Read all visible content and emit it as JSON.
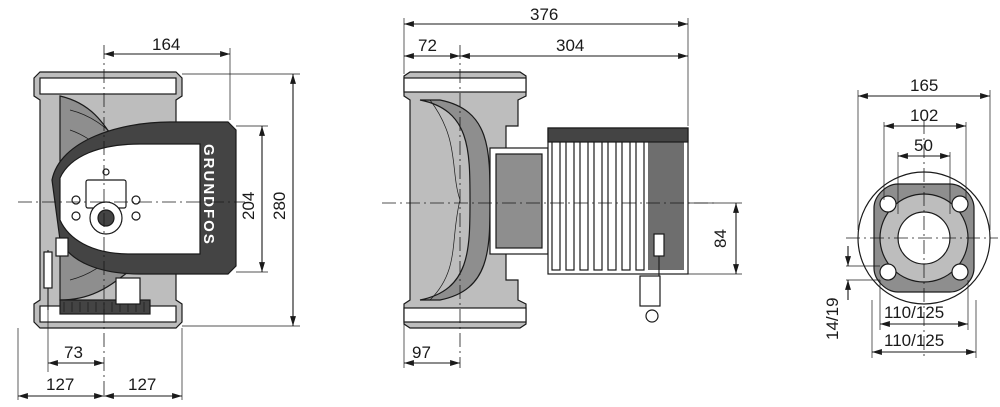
{
  "brand_text": "GRUNDFOS",
  "dimensions": {
    "front_top": "164",
    "front_height_inner": "204",
    "front_height_outer": "280",
    "front_bottom_inner": "73",
    "front_bottom_left": "127",
    "front_bottom_right": "127",
    "side_total": "376",
    "side_left": "72",
    "side_right": "304",
    "side_motor_height": "84",
    "side_bottom": "97",
    "flange_outer": "165",
    "flange_mid": "102",
    "flange_inner": "50",
    "flange_holes_a": "110/125",
    "flange_holes_b": "110/125",
    "flange_hole_dia": "14/19"
  },
  "colors": {
    "line": "#1a1a1a",
    "body_gray": "#8e8e8e",
    "light_gray": "#bdbdbd"
  }
}
